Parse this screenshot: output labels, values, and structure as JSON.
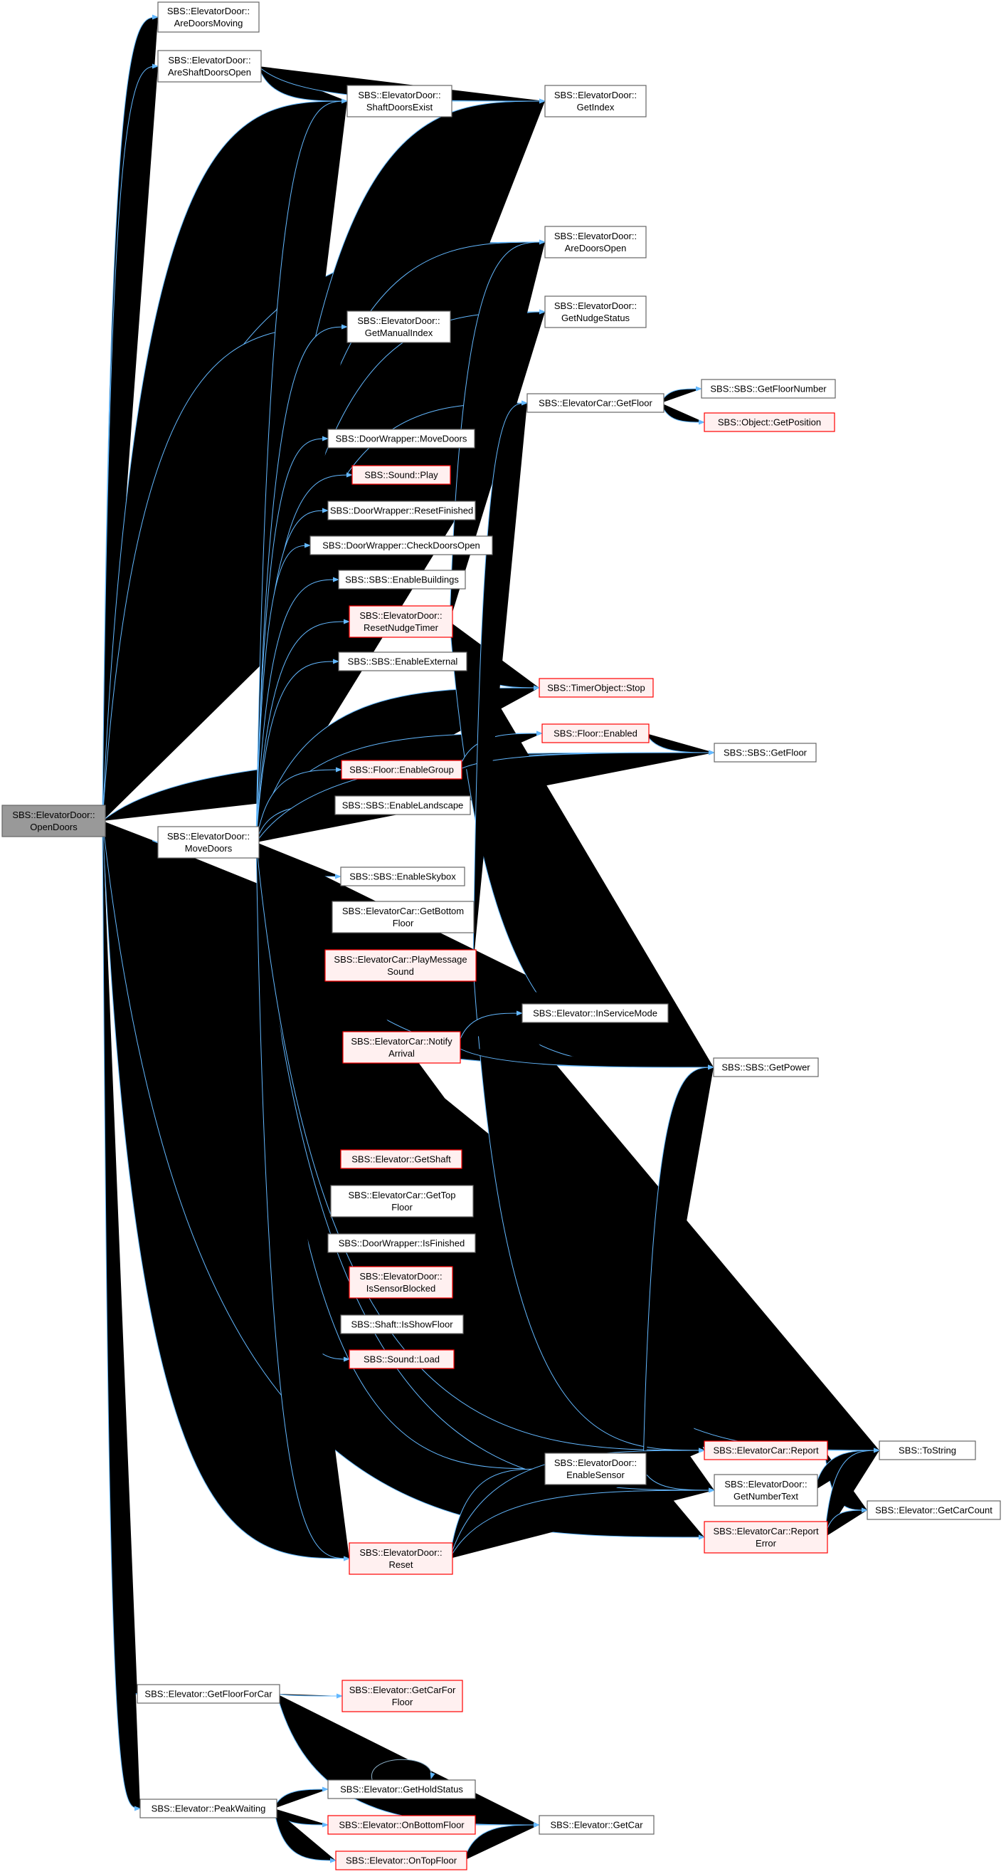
{
  "colors": {
    "edge": "#63b8ff",
    "self_edge": "#8cb0c8",
    "root_fill": "#999999",
    "root_stroke": "#666666",
    "node_fill": "#ffffff",
    "node_stroke": "#666666",
    "red_fill": "#fff0f0",
    "red_stroke": "#ff0000"
  },
  "nodes": [
    {
      "id": "open",
      "lines": [
        "SBS::ElevatorDoor::",
        "OpenDoors"
      ],
      "style": "root"
    },
    {
      "id": "aremoving",
      "lines": [
        "SBS::ElevatorDoor::",
        "AreDoorsMoving"
      ],
      "style": "normal"
    },
    {
      "id": "areshaft",
      "lines": [
        "SBS::ElevatorDoor::",
        "AreShaftDoorsOpen"
      ],
      "style": "normal"
    },
    {
      "id": "shaftexist",
      "lines": [
        "SBS::ElevatorDoor::",
        "ShaftDoorsExist"
      ],
      "style": "normal"
    },
    {
      "id": "getindex",
      "lines": [
        "SBS::ElevatorDoor::",
        "GetIndex"
      ],
      "style": "normal"
    },
    {
      "id": "areopen",
      "lines": [
        "SBS::ElevatorDoor::",
        "AreDoorsOpen"
      ],
      "style": "normal"
    },
    {
      "id": "getnudge",
      "lines": [
        "SBS::ElevatorDoor::",
        "GetNudgeStatus"
      ],
      "style": "normal"
    },
    {
      "id": "getmanual",
      "lines": [
        "SBS::ElevatorDoor::",
        "GetManualIndex"
      ],
      "style": "normal"
    },
    {
      "id": "carfloor",
      "lines": [
        "SBS::ElevatorCar::GetFloor"
      ],
      "style": "normal"
    },
    {
      "id": "getfloornumber",
      "lines": [
        "SBS::SBS::GetFloorNumber"
      ],
      "style": "normal"
    },
    {
      "id": "getposition",
      "lines": [
        "SBS::Object::GetPosition"
      ],
      "style": "red"
    },
    {
      "id": "dwmove",
      "lines": [
        "SBS::DoorWrapper::MoveDoors"
      ],
      "style": "normal"
    },
    {
      "id": "soundplay",
      "lines": [
        "SBS::Sound::Play"
      ],
      "style": "red"
    },
    {
      "id": "dwreset",
      "lines": [
        "SBS::DoorWrapper::ResetFinished"
      ],
      "style": "normal"
    },
    {
      "id": "dwcheck",
      "lines": [
        "SBS::DoorWrapper::CheckDoorsOpen"
      ],
      "style": "normal"
    },
    {
      "id": "enbuild",
      "lines": [
        "SBS::SBS::EnableBuildings"
      ],
      "style": "normal"
    },
    {
      "id": "resetnudge",
      "lines": [
        "SBS::ElevatorDoor::",
        "ResetNudgeTimer"
      ],
      "style": "red"
    },
    {
      "id": "enext",
      "lines": [
        "SBS::SBS::EnableExternal"
      ],
      "style": "normal"
    },
    {
      "id": "timerstop",
      "lines": [
        "SBS::TimerObject::Stop"
      ],
      "style": "red"
    },
    {
      "id": "floorenabled",
      "lines": [
        "SBS::Floor::Enabled"
      ],
      "style": "red"
    },
    {
      "id": "sbsgetfloor",
      "lines": [
        "SBS::SBS::GetFloor"
      ],
      "style": "normal"
    },
    {
      "id": "floorgroup",
      "lines": [
        "SBS::Floor::EnableGroup"
      ],
      "style": "red"
    },
    {
      "id": "enland",
      "lines": [
        "SBS::SBS::EnableLandscape"
      ],
      "style": "normal"
    },
    {
      "id": "movedoors",
      "lines": [
        "SBS::ElevatorDoor::",
        "MoveDoors"
      ],
      "style": "normal"
    },
    {
      "id": "ensky",
      "lines": [
        "SBS::SBS::EnableSkybox"
      ],
      "style": "normal"
    },
    {
      "id": "getbottom",
      "lines": [
        "SBS::ElevatorCar::GetBottom",
        "Floor"
      ],
      "style": "normal"
    },
    {
      "id": "playmsg",
      "lines": [
        "SBS::ElevatorCar::PlayMessage",
        "Sound"
      ],
      "style": "red"
    },
    {
      "id": "inservice",
      "lines": [
        "SBS::Elevator::InServiceMode"
      ],
      "style": "normal"
    },
    {
      "id": "notify",
      "lines": [
        "SBS::ElevatorCar::Notify",
        "Arrival"
      ],
      "style": "red"
    },
    {
      "id": "getpower",
      "lines": [
        "SBS::SBS::GetPower"
      ],
      "style": "normal"
    },
    {
      "id": "getshaft",
      "lines": [
        "SBS::Elevator::GetShaft"
      ],
      "style": "red"
    },
    {
      "id": "gettop",
      "lines": [
        "SBS::ElevatorCar::GetTop",
        "Floor"
      ],
      "style": "normal"
    },
    {
      "id": "dwfinished",
      "lines": [
        "SBS::DoorWrapper::IsFinished"
      ],
      "style": "normal"
    },
    {
      "id": "sensorblocked",
      "lines": [
        "SBS::ElevatorDoor::",
        "IsSensorBlocked"
      ],
      "style": "red"
    },
    {
      "id": "showfloor",
      "lines": [
        "SBS::Shaft::IsShowFloor"
      ],
      "style": "normal"
    },
    {
      "id": "soundload",
      "lines": [
        "SBS::Sound::Load"
      ],
      "style": "red"
    },
    {
      "id": "ensensor",
      "lines": [
        "SBS::ElevatorDoor::",
        "EnableSensor"
      ],
      "style": "normal"
    },
    {
      "id": "report",
      "lines": [
        "SBS::ElevatorCar::Report"
      ],
      "style": "red"
    },
    {
      "id": "tostring",
      "lines": [
        "SBS::ToString"
      ],
      "style": "normal"
    },
    {
      "id": "numbertext",
      "lines": [
        "SBS::ElevatorDoor::",
        "GetNumberText"
      ],
      "style": "normal"
    },
    {
      "id": "getcarcount",
      "lines": [
        "SBS::Elevator::GetCarCount"
      ],
      "style": "normal"
    },
    {
      "id": "reset",
      "lines": [
        "SBS::ElevatorDoor::",
        "Reset"
      ],
      "style": "red"
    },
    {
      "id": "reporterror",
      "lines": [
        "SBS::ElevatorCar::Report",
        "Error"
      ],
      "style": "red"
    },
    {
      "id": "getfloorforcar",
      "lines": [
        "SBS::Elevator::GetFloorForCar"
      ],
      "style": "normal"
    },
    {
      "id": "getcarforfloor",
      "lines": [
        "SBS::Elevator::GetCarFor",
        "Floor"
      ],
      "style": "red"
    },
    {
      "id": "holdstatus",
      "lines": [
        "SBS::Elevator::GetHoldStatus"
      ],
      "style": "normal"
    },
    {
      "id": "peakwaiting",
      "lines": [
        "SBS::Elevator::PeakWaiting"
      ],
      "style": "normal"
    },
    {
      "id": "onbottom",
      "lines": [
        "SBS::Elevator::OnBottomFloor"
      ],
      "style": "red"
    },
    {
      "id": "getcar",
      "lines": [
        "SBS::Elevator::GetCar"
      ],
      "style": "normal"
    },
    {
      "id": "ontop",
      "lines": [
        "SBS::Elevator::OnTopFloor"
      ],
      "style": "red"
    }
  ],
  "edges": [
    [
      "open",
      "aremoving"
    ],
    [
      "open",
      "areshaft"
    ],
    [
      "open",
      "shaftexist"
    ],
    [
      "open",
      "tostring"
    ],
    [
      "open",
      "sbsgetfloor"
    ],
    [
      "open",
      "areopen"
    ],
    [
      "open",
      "getnudge"
    ],
    [
      "open",
      "carfloor"
    ],
    [
      "open",
      "getmanual"
    ],
    [
      "open",
      "movedoors"
    ],
    [
      "open",
      "getpower"
    ],
    [
      "open",
      "report"
    ],
    [
      "open",
      "reset"
    ],
    [
      "open",
      "numbertext"
    ],
    [
      "open",
      "reporterror"
    ],
    [
      "open",
      "getfloorforcar"
    ],
    [
      "open",
      "peakwaiting"
    ],
    [
      "areshaft",
      "shaftexist"
    ],
    [
      "areshaft",
      "getindex"
    ],
    [
      "shaftexist",
      "getindex"
    ],
    [
      "carfloor",
      "getfloornumber"
    ],
    [
      "carfloor",
      "getposition"
    ],
    [
      "movedoors",
      "shaftexist"
    ],
    [
      "movedoors",
      "getindex"
    ],
    [
      "movedoors",
      "areopen"
    ],
    [
      "movedoors",
      "getnudge"
    ],
    [
      "movedoors",
      "getmanual"
    ],
    [
      "movedoors",
      "carfloor"
    ],
    [
      "movedoors",
      "dwmove"
    ],
    [
      "movedoors",
      "soundplay"
    ],
    [
      "movedoors",
      "dwreset"
    ],
    [
      "movedoors",
      "dwcheck"
    ],
    [
      "movedoors",
      "enbuild"
    ],
    [
      "movedoors",
      "resetnudge"
    ],
    [
      "movedoors",
      "enext"
    ],
    [
      "movedoors",
      "timerstop"
    ],
    [
      "movedoors",
      "floorenabled"
    ],
    [
      "movedoors",
      "floorgroup"
    ],
    [
      "movedoors",
      "enland"
    ],
    [
      "movedoors",
      "sbsgetfloor"
    ],
    [
      "movedoors",
      "ensky"
    ],
    [
      "movedoors",
      "getbottom"
    ],
    [
      "movedoors",
      "playmsg"
    ],
    [
      "movedoors",
      "inservice"
    ],
    [
      "movedoors",
      "notify"
    ],
    [
      "movedoors",
      "getpower"
    ],
    [
      "movedoors",
      "getshaft"
    ],
    [
      "movedoors",
      "gettop"
    ],
    [
      "movedoors",
      "dwfinished"
    ],
    [
      "movedoors",
      "sensorblocked"
    ],
    [
      "movedoors",
      "showfloor"
    ],
    [
      "movedoors",
      "soundload"
    ],
    [
      "movedoors",
      "ensensor"
    ],
    [
      "movedoors",
      "numbertext"
    ],
    [
      "movedoors",
      "reset"
    ],
    [
      "movedoors",
      "report"
    ],
    [
      "resetnudge",
      "getnudge"
    ],
    [
      "resetnudge",
      "areopen"
    ],
    [
      "resetnudge",
      "timerstop"
    ],
    [
      "resetnudge",
      "getpower"
    ],
    [
      "floorgroup",
      "floorenabled"
    ],
    [
      "floorgroup",
      "sbsgetfloor"
    ],
    [
      "floorenabled",
      "sbsgetfloor"
    ],
    [
      "playmsg",
      "carfloor"
    ],
    [
      "playmsg",
      "inservice"
    ],
    [
      "playmsg",
      "getpower"
    ],
    [
      "playmsg",
      "tostring"
    ],
    [
      "playmsg",
      "report"
    ],
    [
      "notify",
      "inservice"
    ],
    [
      "notify",
      "getpower"
    ],
    [
      "ensensor",
      "getpower"
    ],
    [
      "ensensor",
      "report"
    ],
    [
      "ensensor",
      "numbertext"
    ],
    [
      "reset",
      "ensensor"
    ],
    [
      "reset",
      "report"
    ],
    [
      "reset",
      "numbertext"
    ],
    [
      "report",
      "tostring"
    ],
    [
      "report",
      "getcarcount"
    ],
    [
      "numbertext",
      "tostring"
    ],
    [
      "reporterror",
      "tostring"
    ],
    [
      "reporterror",
      "getcarcount"
    ],
    [
      "getfloorforcar",
      "getcarforfloor"
    ],
    [
      "getfloorforcar",
      "getcar"
    ],
    [
      "peakwaiting",
      "holdstatus"
    ],
    [
      "peakwaiting",
      "onbottom"
    ],
    [
      "peakwaiting",
      "ontop"
    ],
    [
      "holdstatus",
      "holdstatus"
    ],
    [
      "onbottom",
      "getcar"
    ],
    [
      "ontop",
      "getcar"
    ]
  ]
}
